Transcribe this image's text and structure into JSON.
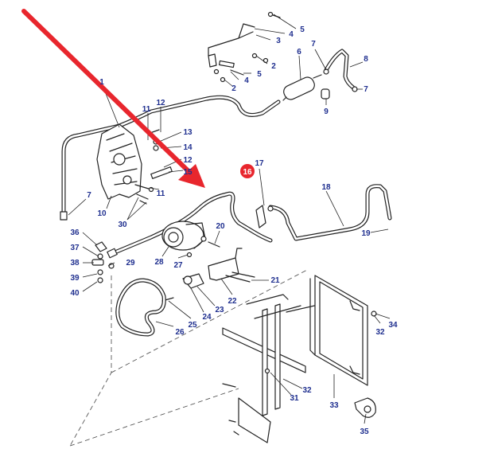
{
  "diagram": {
    "colors": {
      "line": "#222222",
      "callout_text": "#1f2f8f",
      "highlight_badge": "#e8262d",
      "pointer_arrow": "#e8262d"
    },
    "highlighted_part": "16",
    "callouts": [
      {
        "id": "c1",
        "label": "1"
      },
      {
        "id": "c2a",
        "label": "2"
      },
      {
        "id": "c2b",
        "label": "2"
      },
      {
        "id": "c3",
        "label": "3"
      },
      {
        "id": "c4a",
        "label": "4"
      },
      {
        "id": "c4b",
        "label": "4"
      },
      {
        "id": "c5a",
        "label": "5"
      },
      {
        "id": "c5b",
        "label": "5"
      },
      {
        "id": "c6",
        "label": "6"
      },
      {
        "id": "c7a",
        "label": "7"
      },
      {
        "id": "c7b",
        "label": "7"
      },
      {
        "id": "c7c",
        "label": "7"
      },
      {
        "id": "c8",
        "label": "8"
      },
      {
        "id": "c9",
        "label": "9"
      },
      {
        "id": "c10",
        "label": "10"
      },
      {
        "id": "c11a",
        "label": "11"
      },
      {
        "id": "c11b",
        "label": "11"
      },
      {
        "id": "c12a",
        "label": "12"
      },
      {
        "id": "c12b",
        "label": "12"
      },
      {
        "id": "c13",
        "label": "13"
      },
      {
        "id": "c14",
        "label": "14"
      },
      {
        "id": "c15",
        "label": "15"
      },
      {
        "id": "c16",
        "label": "16"
      },
      {
        "id": "c17",
        "label": "17"
      },
      {
        "id": "c18",
        "label": "18"
      },
      {
        "id": "c19",
        "label": "19"
      },
      {
        "id": "c20",
        "label": "20"
      },
      {
        "id": "c21",
        "label": "21"
      },
      {
        "id": "c22",
        "label": "22"
      },
      {
        "id": "c23",
        "label": "23"
      },
      {
        "id": "c24",
        "label": "24"
      },
      {
        "id": "c25",
        "label": "25"
      },
      {
        "id": "c26",
        "label": "26"
      },
      {
        "id": "c27",
        "label": "27"
      },
      {
        "id": "c28",
        "label": "28"
      },
      {
        "id": "c29",
        "label": "29"
      },
      {
        "id": "c30",
        "label": "30"
      },
      {
        "id": "c31",
        "label": "31"
      },
      {
        "id": "c32a",
        "label": "32"
      },
      {
        "id": "c32b",
        "label": "32"
      },
      {
        "id": "c33",
        "label": "33"
      },
      {
        "id": "c34",
        "label": "34"
      },
      {
        "id": "c35",
        "label": "35"
      },
      {
        "id": "c36",
        "label": "36"
      },
      {
        "id": "c37",
        "label": "37"
      },
      {
        "id": "c38",
        "label": "38"
      },
      {
        "id": "c39",
        "label": "39"
      },
      {
        "id": "c40",
        "label": "40"
      }
    ]
  }
}
